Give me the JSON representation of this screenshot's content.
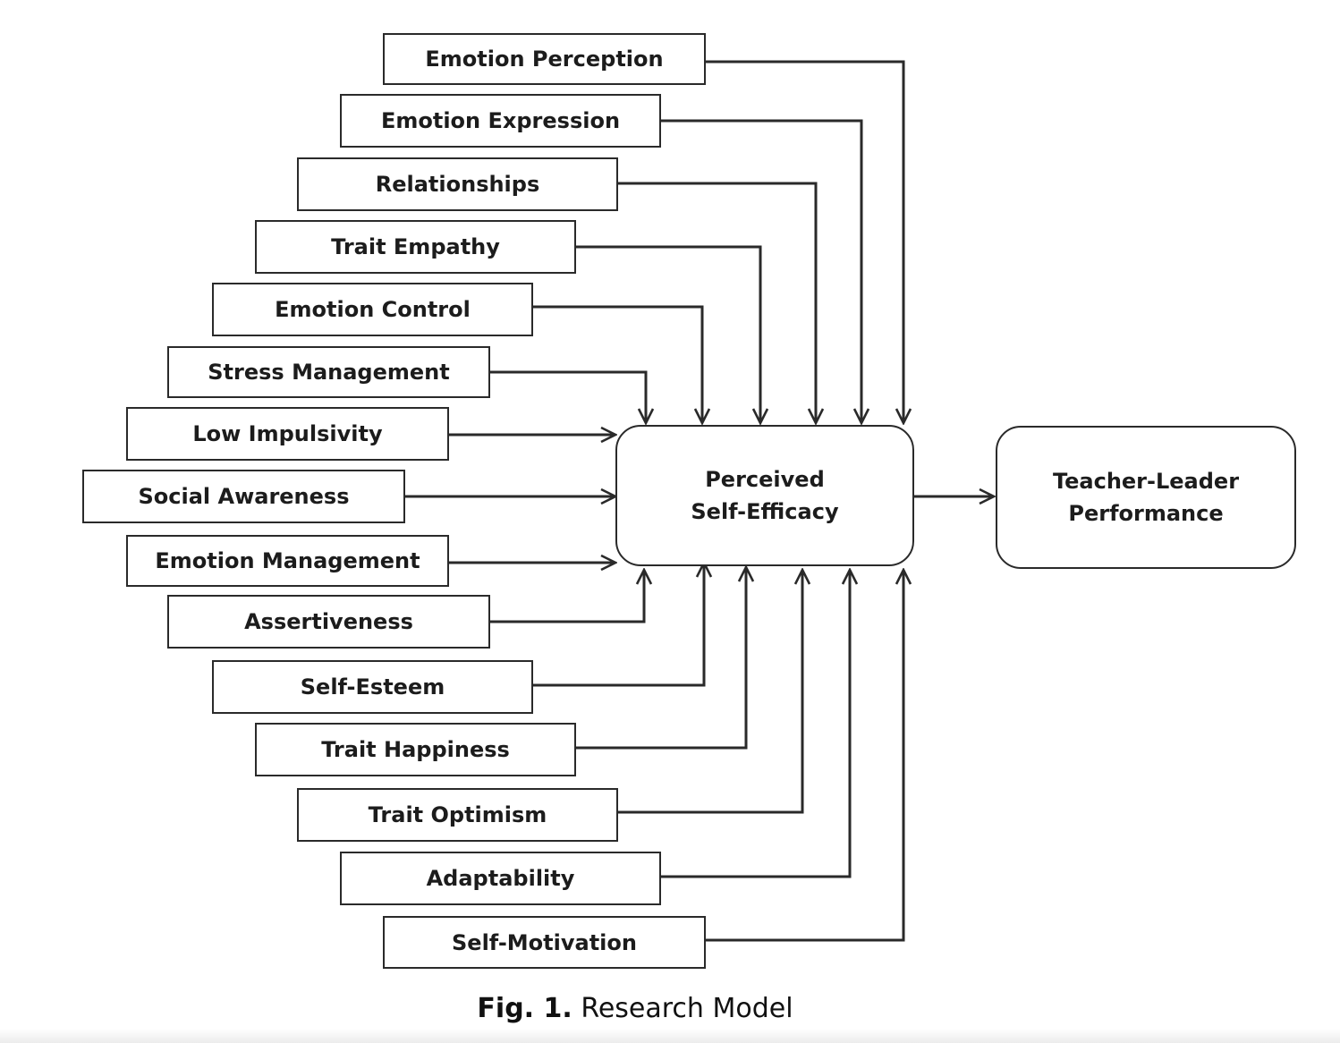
{
  "diagram": {
    "factors": [
      "Emotion Perception",
      "Emotion Expression",
      "Relationships",
      "Trait Empathy",
      "Emotion Control",
      "Stress Management",
      "Low Impulsivity",
      "Social Awareness",
      "Emotion Management",
      "Assertiveness",
      "Self-Esteem",
      "Trait Happiness",
      "Trait Optimism",
      "Adaptability",
      "Self-Motivation"
    ],
    "mediator": {
      "line1": "Perceived",
      "line2": "Self-Efficacy"
    },
    "outcome": {
      "line1": "Teacher-Leader",
      "line2": "Performance"
    },
    "stroke_color": "#2a2a2a"
  },
  "caption": {
    "label": "Fig. 1.",
    "text": " Research Model"
  }
}
